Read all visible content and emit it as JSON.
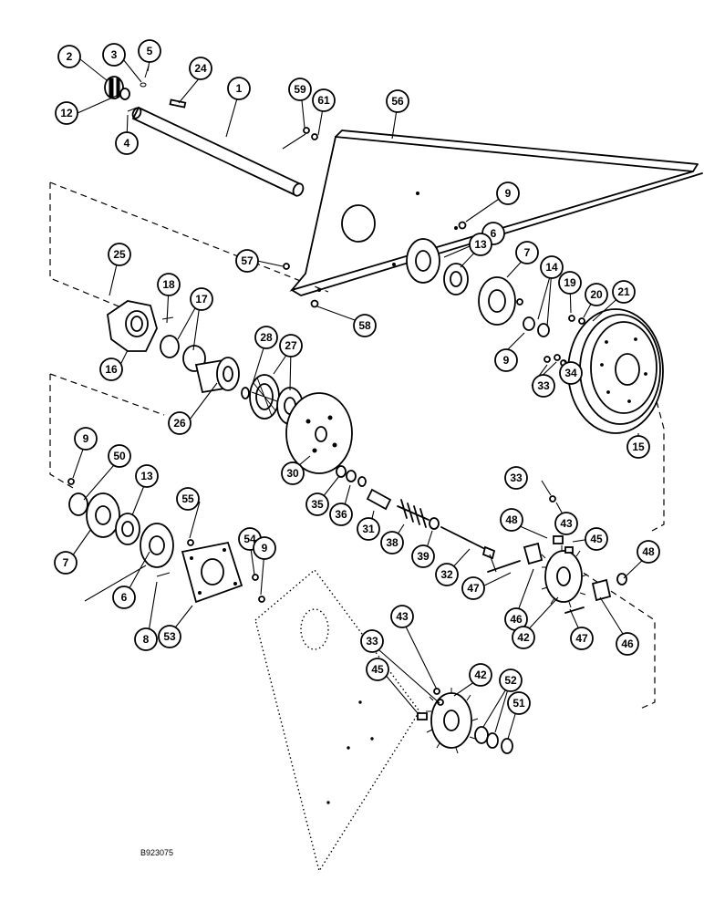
{
  "figure": {
    "reference_code": "B923075",
    "callouts": [
      "1",
      "2",
      "3",
      "4",
      "5",
      "6",
      "7",
      "8",
      "9",
      "12",
      "13",
      "14",
      "15",
      "16",
      "17",
      "18",
      "19",
      "20",
      "21",
      "24",
      "25",
      "26",
      "27",
      "28",
      "30",
      "31",
      "32",
      "33",
      "34",
      "35",
      "36",
      "38",
      "39",
      "42",
      "43",
      "45",
      "46",
      "47",
      "48",
      "50",
      "51",
      "52",
      "53",
      "54",
      "55",
      "56",
      "57",
      "58",
      "59",
      "61"
    ]
  }
}
